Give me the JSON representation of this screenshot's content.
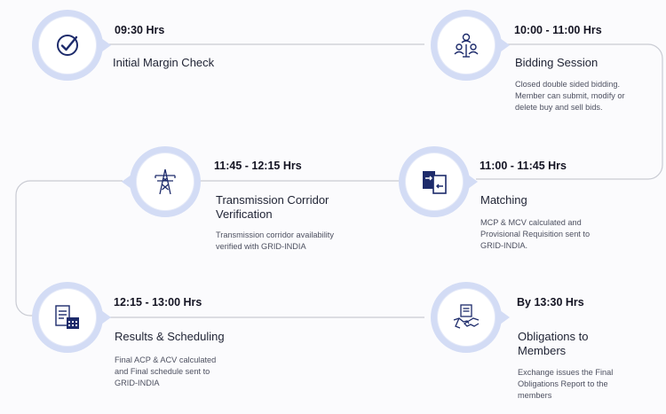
{
  "steps": [
    {
      "time": "09:30 Hrs",
      "title": "Initial Margin Check",
      "desc": "",
      "icon": "check-circle-icon"
    },
    {
      "time": "10:00 - 11:00 Hrs",
      "title": "Bidding Session",
      "desc": "Closed double sided bidding. Member can submit, modify or delete buy and sell bids.",
      "icon": "bidding-people-icon"
    },
    {
      "time": "11:00 - 11:45 Hrs",
      "title": "Matching",
      "desc": "MCP & MCV calculated and Provisional Requisition sent to GRID-INDIA.",
      "icon": "documents-exchange-icon"
    },
    {
      "time": "11:45 - 12:15 Hrs",
      "title": "Transmission Corridor Verification",
      "desc": "Transmission corridor availability verified with GRID-INDIA",
      "icon": "transmission-tower-icon"
    },
    {
      "time": "12:15 - 13:00 Hrs",
      "title": "Results & Scheduling",
      "desc": "Final ACP & ACV calculated and Final schedule sent to GRID-INDIA",
      "icon": "schedule-calendar-icon"
    },
    {
      "time": "By 13:30 Hrs",
      "title": "Obligations to Members",
      "desc": "Exchange issues the Final Obligations Report to the members",
      "icon": "handshake-document-icon"
    }
  ],
  "colors": {
    "ring": "#d3dcf5",
    "icon": "#1d2b6b",
    "line": "#c9cbd3"
  }
}
